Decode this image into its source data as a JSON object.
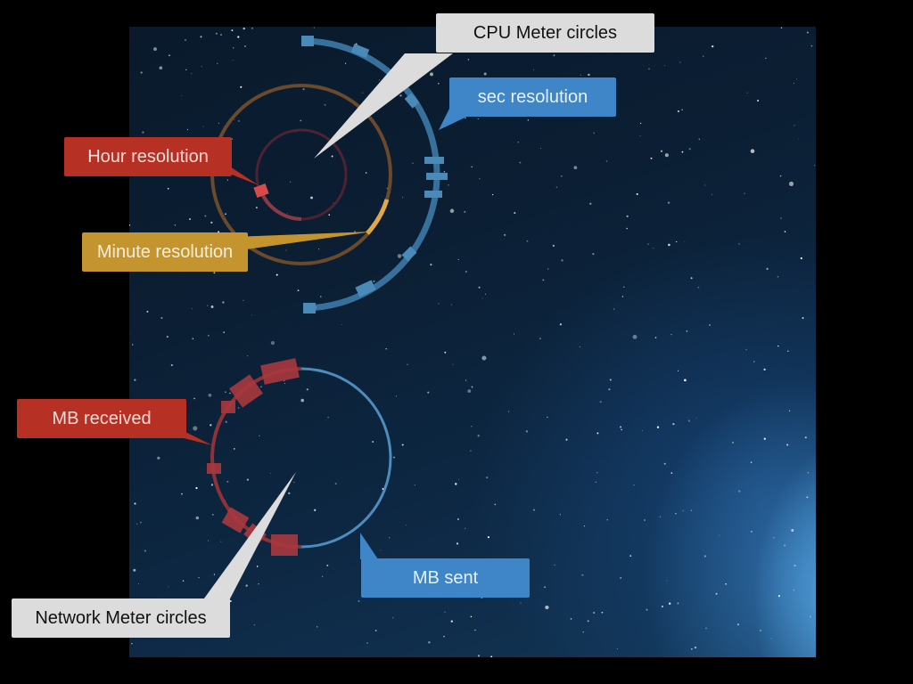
{
  "callouts": {
    "cpu_meter": "CPU Meter circles",
    "sec_resolution": "sec resolution",
    "hour_resolution": "Hour resolution",
    "minute_resolution": "Minute resolution",
    "mb_received": "MB received",
    "mb_sent": "MB sent",
    "network_meter": "Network Meter circles"
  },
  "colors": {
    "background": "#000000",
    "callout_red": "#b63024",
    "callout_gold": "#c4952e",
    "callout_blue": "#3e86c8",
    "callout_gray": "#dcdcdc",
    "ring_seconds": "#3f7fae",
    "ring_minutes": "#8a5a2e",
    "ring_hours": "#6e2a33",
    "ring_received": "#a8383e",
    "ring_sent": "#4d8cbd"
  }
}
